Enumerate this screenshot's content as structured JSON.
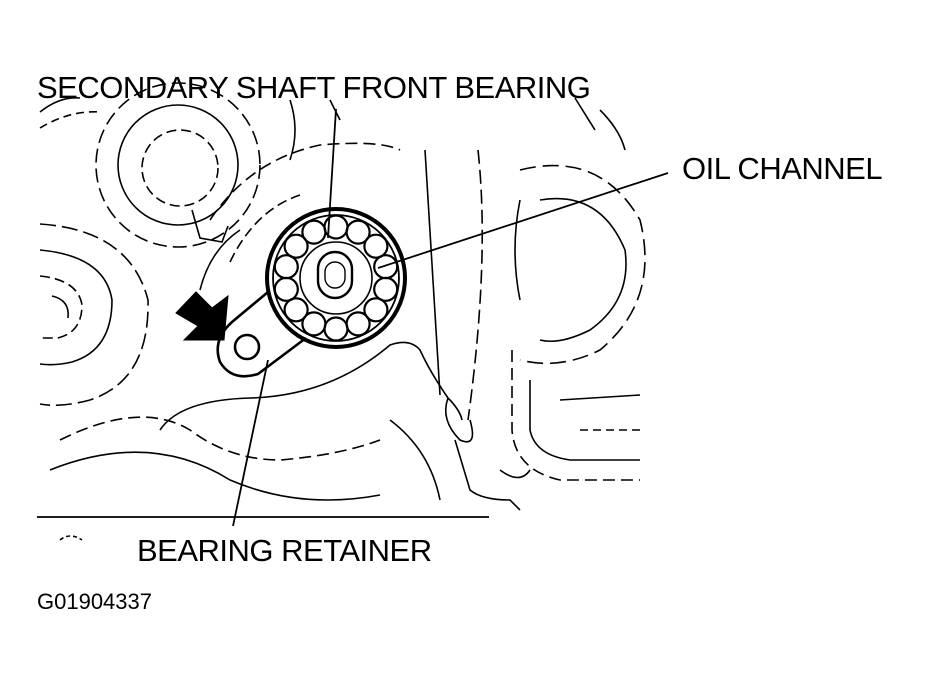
{
  "labels": {
    "secondary_shaft_front_bearing": "SECONDARY SHAFT FRONT BEARING",
    "oil_channel": "OIL CHANNEL",
    "bearing_retainer": "BEARING RETAINER",
    "figure_code": "G01904337"
  },
  "colors": {
    "ink": "#000000",
    "background": "#ffffff"
  },
  "icons": {
    "indicator_arrow": "arrow-icon"
  },
  "bearing": {
    "ball_count": 14
  }
}
